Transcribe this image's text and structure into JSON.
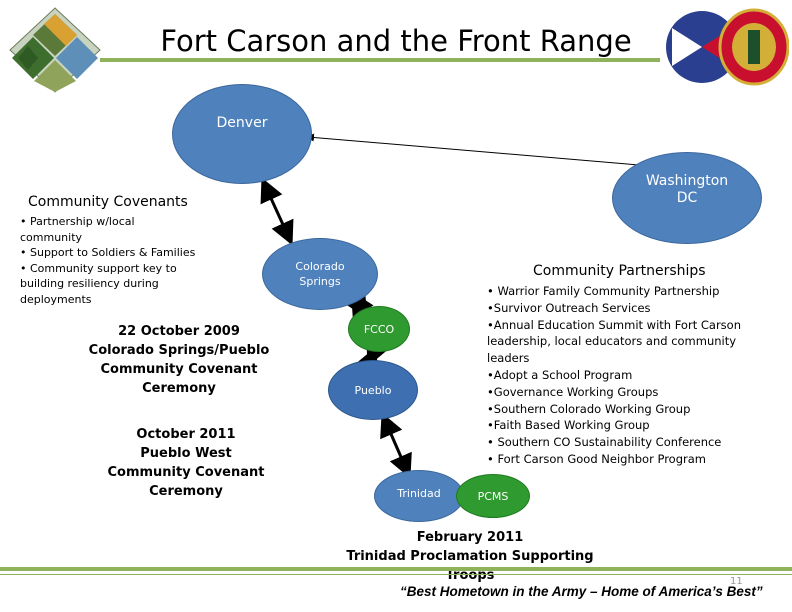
{
  "title": "Fort Carson and the Front Range",
  "nodes": {
    "denver": "Denver",
    "washington": "Washington DC",
    "colorado_springs": "Colorado Springs",
    "fcco": "FCCO",
    "pueblo": "Pueblo",
    "trinidad": "Trinidad",
    "pcms": "PCMS"
  },
  "community_covenants": {
    "heading": "Community Covenants",
    "items": [
      "• Partnership w/local community",
      "• Support to Soldiers & Families",
      "• Community support key to building resiliency during deployments"
    ]
  },
  "ceremony_2009": [
    "22 October 2009",
    "Colorado Springs/Pueblo",
    "Community Covenant Ceremony"
  ],
  "ceremony_2011": [
    "October 2011",
    "Pueblo West",
    "Community Covenant Ceremony"
  ],
  "community_partnerships": {
    "heading": "Community Partnerships",
    "items": [
      "• Warrior Family Community Partnership",
      "•Survivor Outreach Services",
      "•Annual Education Summit with Fort Carson leadership, local educators and community leaders",
      "•Adopt a School Program",
      "•Governance Working Groups",
      "•Southern Colorado Working Group",
      "•Faith Based Working Group",
      "• Southern CO Sustainability Conference",
      "• Fort Carson Good Neighbor Program"
    ]
  },
  "proclamation": [
    "February 2011",
    "Trinidad Proclamation Supporting Troops"
  ],
  "slogan": "“Best Hometown in the Army – Home of America’s Best”",
  "page_number": "11",
  "colors": {
    "accent_green": "#8fb35a",
    "node_blue": "#4f81bd",
    "node_green": "#2f9a2f"
  }
}
